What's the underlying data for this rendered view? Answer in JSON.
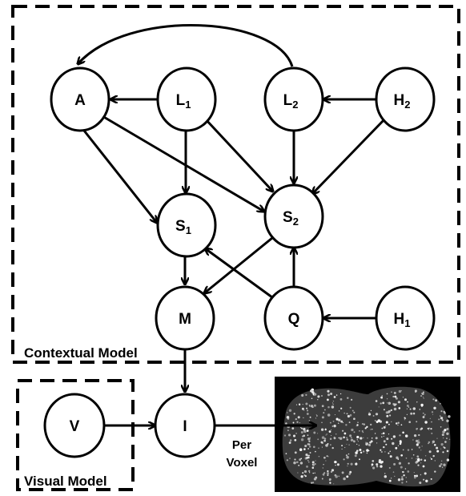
{
  "diagram": {
    "boxes": {
      "contextual": "Contextual Model",
      "visual": "Visual Model"
    },
    "nodes": {
      "A": {
        "text": "A",
        "sub": ""
      },
      "L1": {
        "text": "L",
        "sub": "1"
      },
      "L2": {
        "text": "L",
        "sub": "2"
      },
      "H2": {
        "text": "H",
        "sub": "2"
      },
      "S1": {
        "text": "S",
        "sub": "1"
      },
      "S2": {
        "text": "S",
        "sub": "2"
      },
      "M": {
        "text": "M",
        "sub": ""
      },
      "Q": {
        "text": "Q",
        "sub": ""
      },
      "H1": {
        "text": "H",
        "sub": "1"
      },
      "V": {
        "text": "V",
        "sub": ""
      },
      "I": {
        "text": "I",
        "sub": ""
      }
    },
    "edges": [
      [
        "L1",
        "A"
      ],
      [
        "L2",
        "A"
      ],
      [
        "H2",
        "L2"
      ],
      [
        "A",
        "S1"
      ],
      [
        "A",
        "S2"
      ],
      [
        "L1",
        "S1"
      ],
      [
        "L1",
        "S2"
      ],
      [
        "L2",
        "S2"
      ],
      [
        "H2",
        "S2"
      ],
      [
        "S1",
        "M"
      ],
      [
        "S2",
        "M"
      ],
      [
        "Q",
        "S1"
      ],
      [
        "Q",
        "S2"
      ],
      [
        "H1",
        "Q"
      ],
      [
        "M",
        "I"
      ],
      [
        "V",
        "I"
      ],
      [
        "I",
        "image"
      ]
    ],
    "per_voxel_line1": "Per",
    "per_voxel_line2": "Voxel"
  }
}
